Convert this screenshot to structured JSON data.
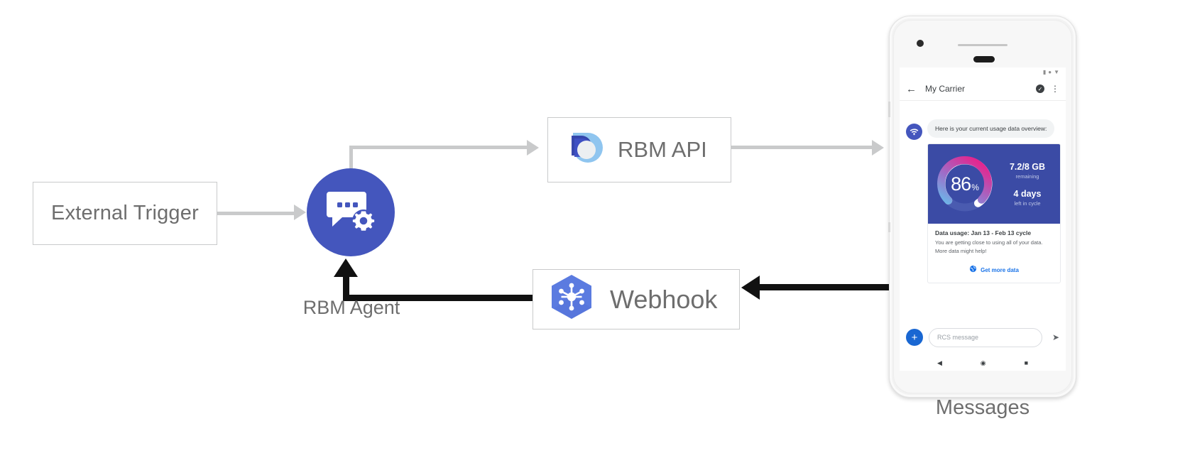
{
  "diagram": {
    "title": "RBM Agent architecture flow",
    "nodes": {
      "external_trigger": {
        "label": "External Trigger"
      },
      "rbm_agent": {
        "label": "RBM Agent",
        "icon": "chat-gear-icon",
        "color": "#4456bd"
      },
      "rbm_api": {
        "label": "RBM API",
        "icon": "rbm-api-icon"
      },
      "webhook": {
        "label": "Webhook",
        "icon": "cloud-functions-hexagon-icon",
        "color": "#5b7be0"
      },
      "messages": {
        "label": "Messages"
      }
    },
    "edges": [
      {
        "from": "External Trigger",
        "to": "RBM Agent",
        "style": "grey-arrow"
      },
      {
        "from": "RBM Agent",
        "to": "RBM API",
        "style": "grey-arrow"
      },
      {
        "from": "RBM API",
        "to": "Messages",
        "style": "grey-arrow"
      },
      {
        "from": "Messages",
        "to": "Webhook",
        "style": "black-arrow"
      },
      {
        "from": "Webhook",
        "to": "RBM Agent",
        "style": "black-arrow"
      }
    ]
  },
  "phone": {
    "status_bar": {
      "icons": [
        "signal-icon",
        "wifi-icon",
        "battery-icon"
      ]
    },
    "app_bar": {
      "back_icon": "back-arrow-icon",
      "title": "My Carrier",
      "verified_icon": "verified-shield-icon",
      "menu_icon": "overflow-menu-icon"
    },
    "conversation": {
      "avatar_icon": "rcs-agent-icon",
      "bubble_text": "Here is your current usage data overview:",
      "rich_card": {
        "gauge": {
          "value": "86",
          "unit": "%",
          "percent": 86,
          "track_color": "#4a5bb0",
          "gradient_from": "#6cb5e8",
          "gradient_to": "#e3268f",
          "remainder_color": "#ffffff"
        },
        "stats": [
          {
            "main": "7.2/8 GB",
            "sub": "remaining"
          },
          {
            "main": "4 days",
            "sub": "left in cycle"
          }
        ],
        "media_background": "#3b4ba5",
        "title": "Data usage: Jan 13 - Feb 13 cycle",
        "description": "You are getting close to using all of your data. More data might help!",
        "action": {
          "icon": "globe-icon",
          "label": "Get more data",
          "color": "#1a73e8"
        }
      }
    },
    "composer": {
      "plus_icon": "plus-icon",
      "placeholder": "RCS message",
      "send_icon": "send-icon"
    },
    "nav_bar": {
      "back_icon": "nav-back-icon",
      "home_icon": "nav-home-icon",
      "recents_icon": "nav-recents-icon"
    }
  }
}
